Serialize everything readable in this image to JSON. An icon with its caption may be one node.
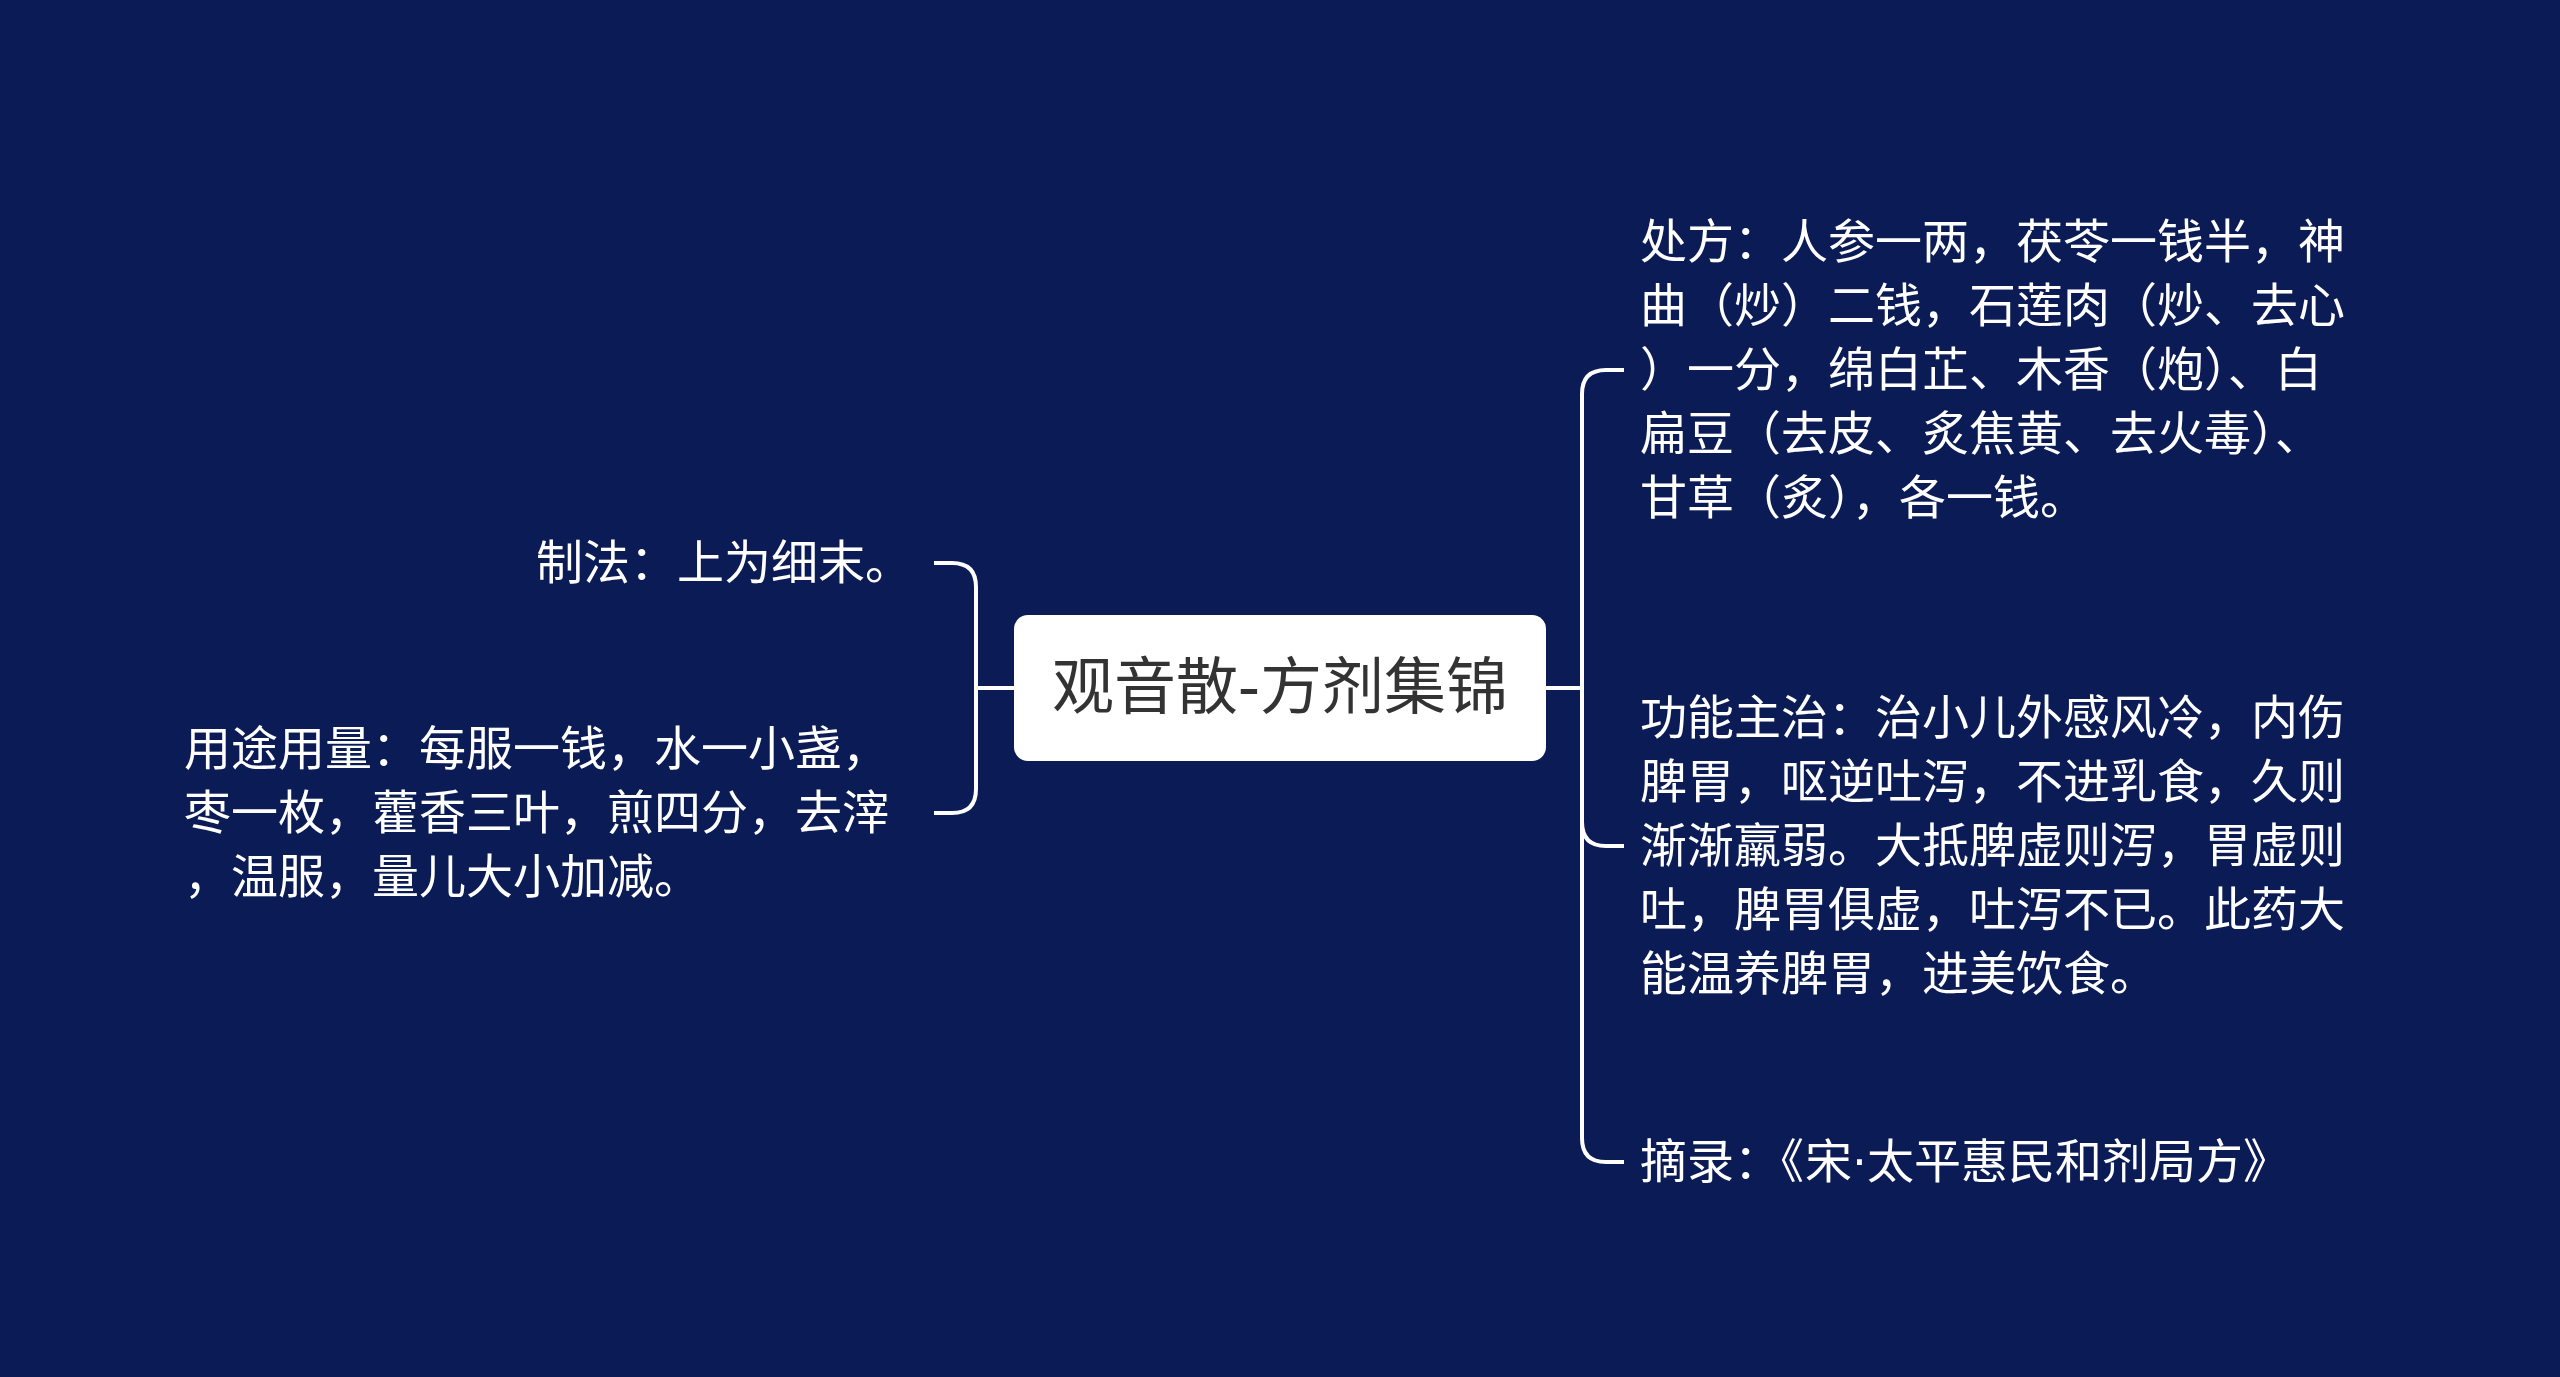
{
  "diagram": {
    "nodes": [
      {
        "text": [
          "观音散-方剂集锦"
        ]
      },
      {
        "text": [
          "制法：上为细末。"
        ]
      },
      {
        "text": [
          "用途用量：每服一钱，水一小盏，枣一枚，藿香三叶，煎四分，去滓，温服，量儿大小加减。"
        ]
      },
      {
        "text": [
          "处方：人参一两，茯苓一钱半，神曲（炒）二钱，石莲肉（炒、去心）一分，绵白芷、木香（炮）、白扁豆（去皮、炙焦黄、去火毒）、甘草（炙），各一钱。"
        ]
      },
      {
        "text": [
          "功能主治：治小儿外感风冷，内伤脾胃，呕逆吐泻，不进乳食，久则渐渐羸弱。大抵脾虚则泻，胃虚则吐，脾胃俱虚，吐泻不已。此药大能温养脾胃，进美饮食。"
        ]
      },
      {
        "text": [
          "摘录：《宋·太平惠民和剂局方》"
        ]
      }
    ],
    "edges": [
      {
        "from": 0,
        "to": 1,
        "arrow": "none"
      },
      {
        "from": 0,
        "to": 2,
        "arrow": "none"
      },
      {
        "from": 0,
        "to": 3,
        "arrow": "none"
      },
      {
        "from": 0,
        "to": 4,
        "arrow": "none"
      },
      {
        "from": 0,
        "to": 5,
        "arrow": "none"
      }
    ]
  }
}
